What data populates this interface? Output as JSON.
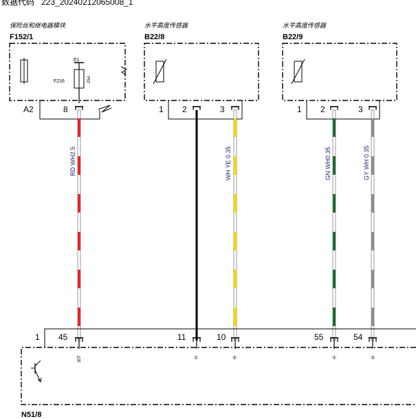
{
  "header": {
    "label": "数据代码",
    "code": "223_20240212065008_1"
  },
  "components": {
    "f152": {
      "name": "保险丝和继电器模块",
      "code": "F152/1",
      "fuse_id": "F216",
      "fuse_rating": "25A",
      "node": "E1",
      "pins": [
        "A2",
        "8"
      ]
    },
    "b22_8": {
      "name": "水平高度传感器",
      "code": "B22/8",
      "pins": [
        "1",
        "2",
        "3"
      ]
    },
    "b22_9": {
      "name": "水平高度传感器",
      "code": "B22/9",
      "pins": [
        "1",
        "2",
        "3"
      ]
    },
    "n51": {
      "code": "N51/8",
      "pins": [
        "1",
        "45",
        "11",
        "10",
        "55",
        "54"
      ],
      "pin_marks": {
        "p45": "30T",
        "p11": "①",
        "p10": "②",
        "p55": "①",
        "p54": "②"
      }
    }
  },
  "wires": [
    {
      "label": "RD WH2.5",
      "colors": [
        "#e8262a",
        "#ffffff"
      ]
    },
    {
      "label": "",
      "colors": [
        "#000000"
      ]
    },
    {
      "label": "WH YE 0.35",
      "colors": [
        "#ffffff",
        "#f2d700"
      ]
    },
    {
      "label": "GN WH0.35",
      "colors": [
        "#1f6b2c",
        "#ffffff"
      ]
    },
    {
      "label": "GY WH 0.35",
      "colors": [
        "#8c8c8c",
        "#ffffff"
      ]
    }
  ]
}
